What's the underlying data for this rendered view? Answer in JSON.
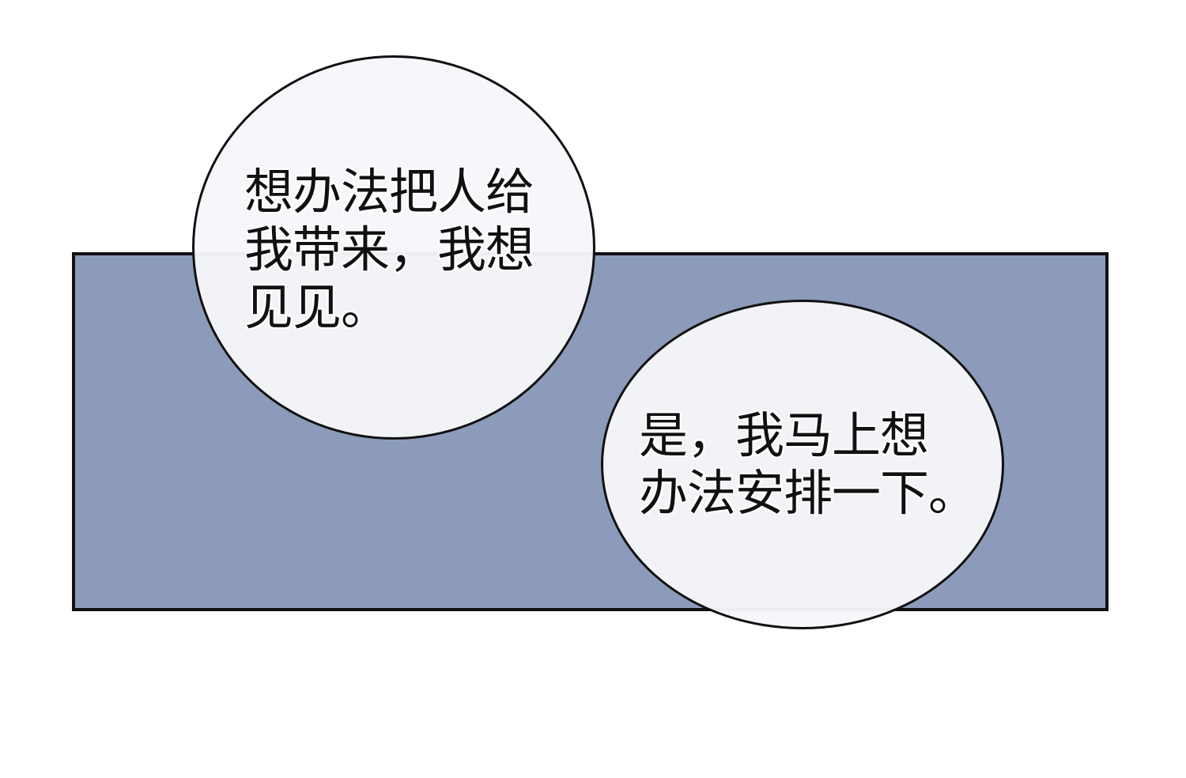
{
  "panel": {
    "background_color": "#8c9bba",
    "border_color": "#111111"
  },
  "bubbles": [
    {
      "lines": [
        "想办法把人给",
        "我带来，我想",
        "见见。"
      ]
    },
    {
      "lines": [
        "是，我马上想",
        "办法安排一下。"
      ]
    }
  ]
}
